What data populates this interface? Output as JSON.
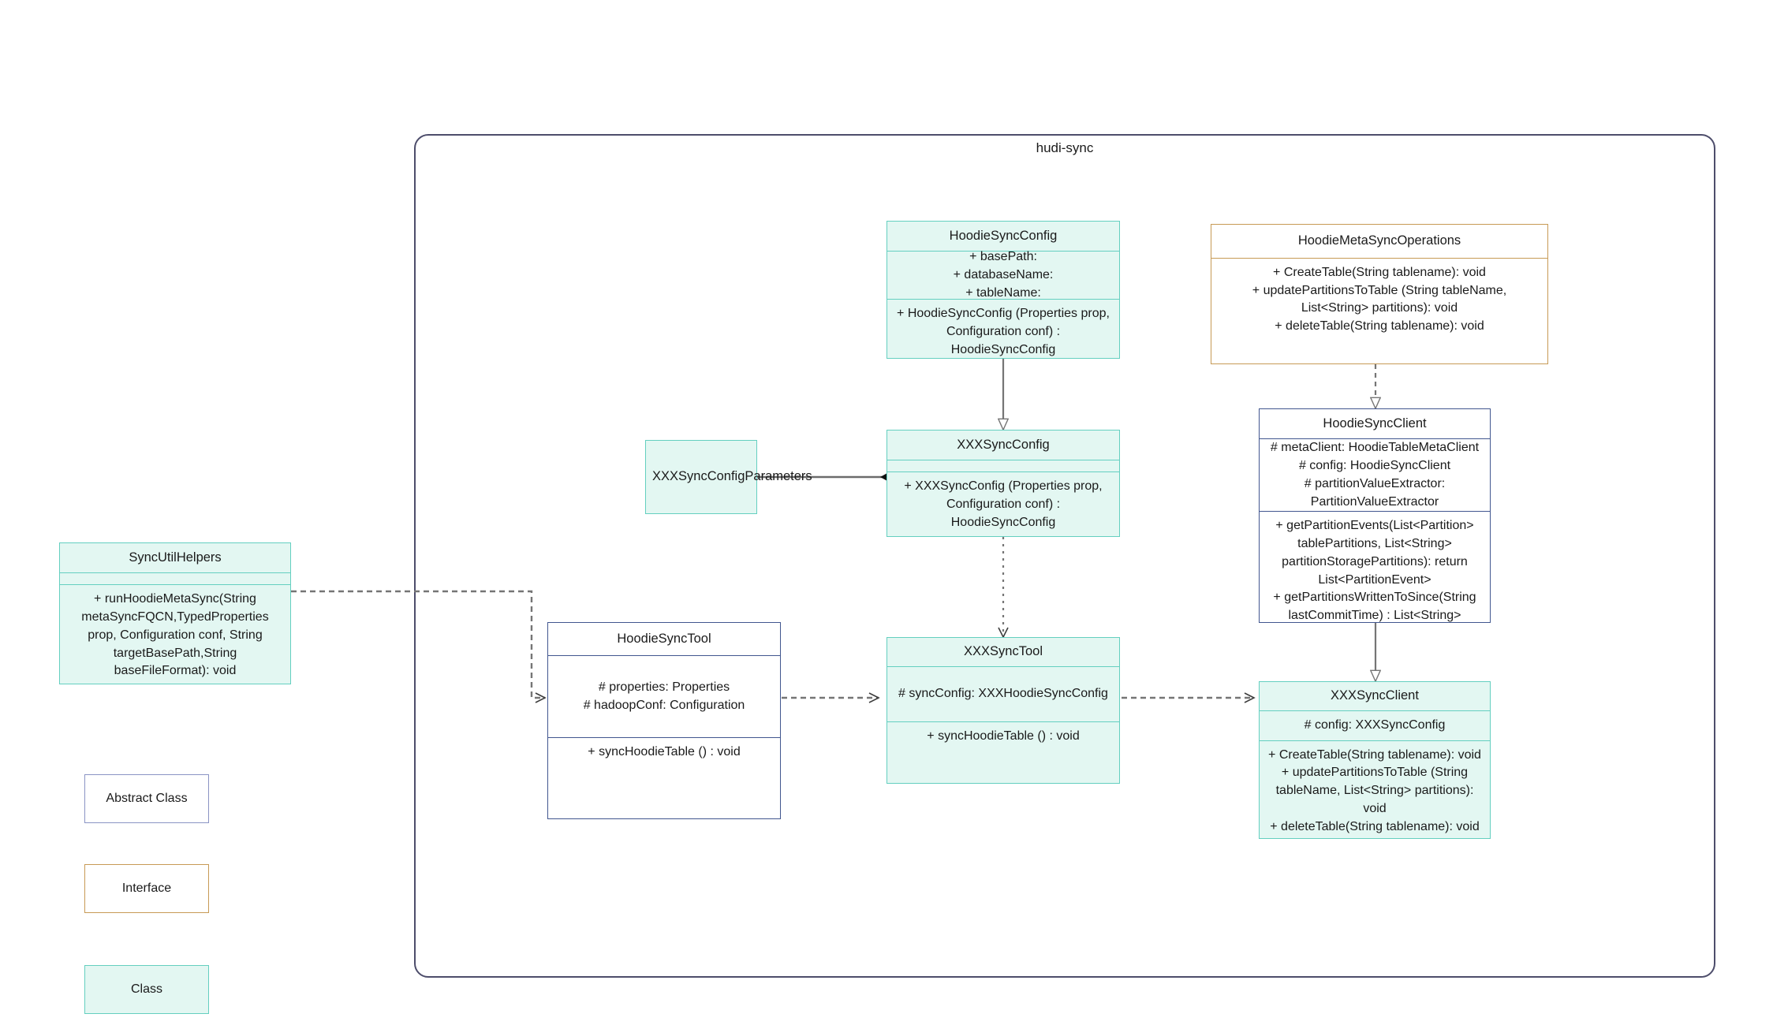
{
  "package": {
    "title": "hudi-sync"
  },
  "legend": [
    {
      "label": "Abstract Class",
      "kind": "abstract"
    },
    {
      "label": "Interface",
      "kind": "interface"
    },
    {
      "label": "Class",
      "kind": "class"
    }
  ],
  "nodes": {
    "sync_util_helpers": {
      "name": "SyncUtilHelpers",
      "kind": "class",
      "attributes": [],
      "methods": [
        "+    runHoodieMetaSync(String metaSyncFQCN,TypedProperties prop, Configuration conf, String targetBasePath,String baseFileFormat): void"
      ]
    },
    "hoodie_sync_config": {
      "name": "HoodieSyncConfig",
      "kind": "class",
      "attributes": [
        "+    basePath:",
        "+    databaseName:",
        "+    tableName:"
      ],
      "methods": [
        "+   HoodieSyncConfig (Properties prop, Configuration conf) : HoodieSyncConfig"
      ]
    },
    "hoodie_meta_sync_operations": {
      "name": "HoodieMetaSyncOperations",
      "kind": "interface",
      "attributes": [],
      "methods": [
        "+    CreateTable(String tablename): void",
        "+    updatePartitionsToTable (String tableName, List<String> partitions): void",
        "+    deleteTable(String tablename): void"
      ]
    },
    "xxx_sync_config_parameters": {
      "name": "XXXSyncConfigParameters",
      "kind": "class",
      "attributes": [],
      "methods": []
    },
    "xxx_sync_config": {
      "name": "XXXSyncConfig",
      "kind": "class",
      "attributes": [],
      "methods": [
        "+   XXXSyncConfig (Properties prop, Configuration conf) : HoodieSyncConfig"
      ]
    },
    "hoodie_sync_client": {
      "name": "HoodieSyncClient",
      "kind": "abstract",
      "attributes": [
        "#   metaClient: HoodieTableMetaClient",
        "#    config: HoodieSyncClient",
        "#    partitionValueExtractor: PartitionValueExtractor"
      ],
      "methods": [
        "+   getPartitionEvents(List<Partition> tablePartitions, List<String> partitionStoragePartitions): return List<PartitionEvent>",
        "+   getPartitionsWrittenToSince(String lastCommitTime) : List<String>"
      ]
    },
    "hoodie_sync_tool": {
      "name": "HoodieSyncTool",
      "kind": "abstract",
      "attributes": [
        "#   properties: Properties",
        "#   hadoopConf: Configuration"
      ],
      "methods": [
        "+   syncHoodieTable () : void"
      ]
    },
    "xxx_sync_tool": {
      "name": "XXXSyncTool",
      "kind": "class",
      "attributes": [
        "#   syncConfig: XXXHoodieSyncConfig"
      ],
      "methods": [
        "+   syncHoodieTable () : void"
      ]
    },
    "xxx_sync_client": {
      "name": "XXXSyncClient",
      "kind": "class",
      "attributes": [
        "#    config: XXXSyncConfig"
      ],
      "methods": [
        "+    CreateTable(String tablename): void",
        "+    updatePartitionsToTable (String tableName, List<String> partitions): void",
        "+    deleteTable(String tablename): void"
      ]
    }
  },
  "edges": [
    {
      "from": "hoodie_sync_config",
      "to": "xxx_sync_config",
      "type": "inheritance"
    },
    {
      "from": "hoodie_meta_sync_operations",
      "to": "hoodie_sync_client",
      "type": "realization"
    },
    {
      "from": "hoodie_sync_client",
      "to": "xxx_sync_client",
      "type": "inheritance"
    },
    {
      "from": "xxx_sync_config_parameters",
      "to": "xxx_sync_config",
      "type": "composition"
    },
    {
      "from": "xxx_sync_config",
      "to": "xxx_sync_tool",
      "type": "dependency"
    },
    {
      "from": "sync_util_helpers",
      "to": "hoodie_sync_tool",
      "type": "dependency"
    },
    {
      "from": "hoodie_sync_tool",
      "to": "xxx_sync_tool",
      "type": "dependency"
    },
    {
      "from": "xxx_sync_tool",
      "to": "xxx_sync_client",
      "type": "dependency"
    }
  ],
  "colors": {
    "class_border": "#64cfc0",
    "class_fill": "#e3f7f2",
    "abstract_border": "#41568f",
    "interface_border": "#c79a55",
    "package_border": "#4d4d6b",
    "edge": "#757575"
  }
}
